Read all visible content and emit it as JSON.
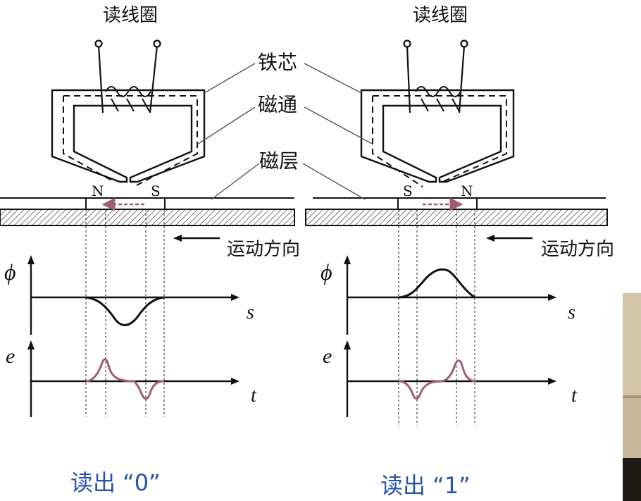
{
  "left": {
    "coil_label": "读线圈",
    "pole_left": "N",
    "pole_right": "S",
    "direction_label": "运动方向",
    "flux_axis": "ϕ",
    "flux_x": "s",
    "emf_axis": "e",
    "emf_x": "t",
    "caption": "读出 “0”"
  },
  "right": {
    "coil_label": "读线圈",
    "pole_left": "S",
    "pole_right": "N",
    "direction_label": "运动方向",
    "flux_axis": "ϕ",
    "flux_x": "s",
    "emf_axis": "e",
    "emf_x": "t",
    "caption": "读出 “1”"
  },
  "callouts": {
    "core": "铁芯",
    "flux": "磁通",
    "layer": "磁层"
  },
  "colors": {
    "caption": "#2a52a8",
    "emf_curve": "#a05c72",
    "flux_arrow": "#a05c72",
    "hatch": "#555555",
    "photo_panel": "#c9b79c"
  }
}
